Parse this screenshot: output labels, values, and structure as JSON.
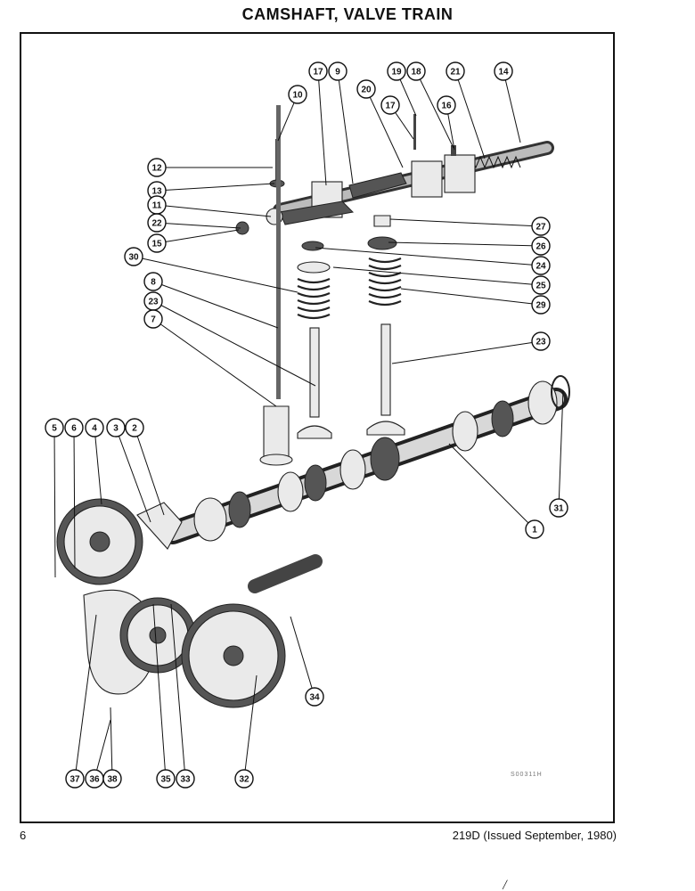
{
  "page": {
    "title": "CAMSHAFT, VALVE TRAIN",
    "page_number": "6",
    "document_reference": "219D (Issued September, 1980)",
    "sheet_mark": "S00311H",
    "corner_mark": "╱"
  },
  "callouts": [
    "17",
    "9",
    "19",
    "18",
    "21",
    "14",
    "10",
    "20",
    "17",
    "16",
    "12",
    "13",
    "11",
    "22",
    "15",
    "27",
    "26",
    "24",
    "30",
    "25",
    "8",
    "29",
    "23",
    "7",
    "23",
    "5",
    "6",
    "4",
    "3",
    "2",
    "31",
    "1",
    "34",
    "37",
    "36",
    "38",
    "35",
    "33",
    "32"
  ]
}
